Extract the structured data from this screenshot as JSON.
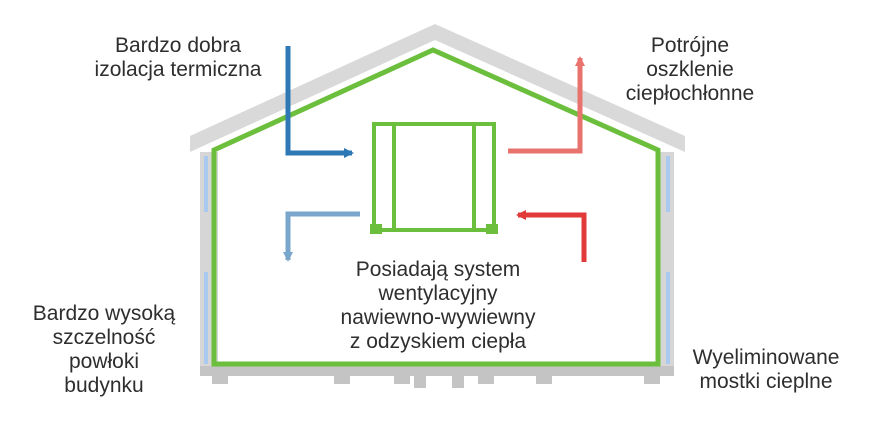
{
  "labels": {
    "insulation": [
      "Bardzo dobra",
      "izolacja termiczna"
    ],
    "glazing": [
      "Potrójne",
      "oszklenie",
      "ciepłochłonne"
    ],
    "ventilation": [
      "Posiadają system",
      "wentylacyjny",
      "nawiewno-wywiewny",
      "z odzyskiem ciepła"
    ],
    "airtightness": [
      "Bardzo wysoką",
      "szczelność",
      "powłoki",
      "budynku"
    ],
    "thermal_bridges": [
      "Wyeliminowane",
      "mostki cieplne"
    ]
  },
  "colors": {
    "envelope": "#6cbf3c",
    "roof": "#d9d9d9",
    "wall_cavity": "#a9c9f0",
    "wall": "#d6d6d6",
    "foundation": "#c4c4c4",
    "arrow_blue": "#2f78b6",
    "arrow_light_blue": "#7aa6cb",
    "arrow_red": "#e23a38",
    "arrow_light_red": "#e8726c",
    "text": "#2e2e2e"
  }
}
